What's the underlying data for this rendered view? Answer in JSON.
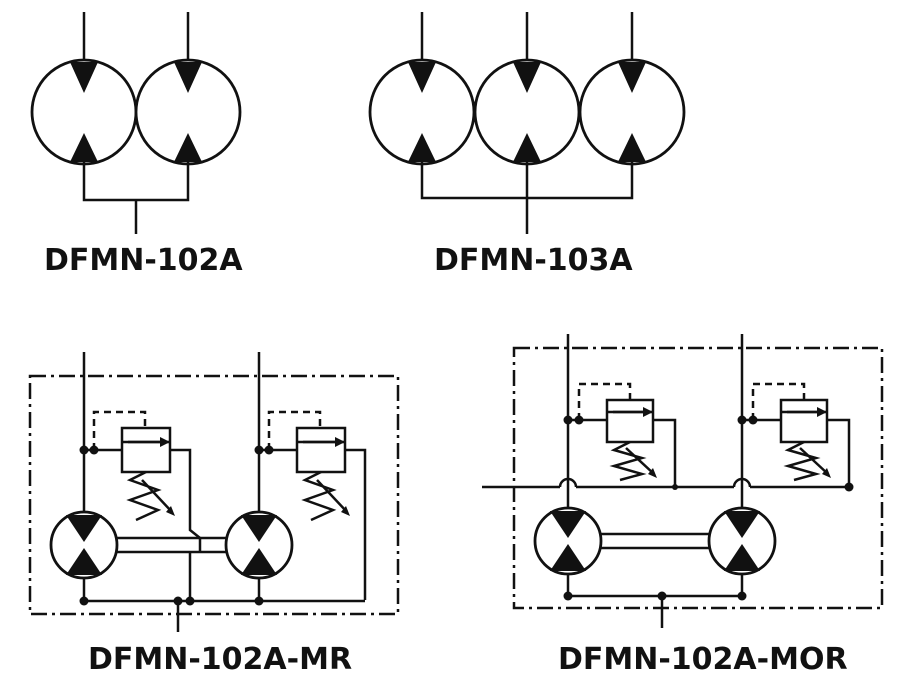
{
  "labels": {
    "top_left": "DFMN-102A",
    "top_right": "DFMN-103A",
    "bottom_left": "DFMN-102A-MR",
    "bottom_right": "DFMN-102A-MOR"
  }
}
